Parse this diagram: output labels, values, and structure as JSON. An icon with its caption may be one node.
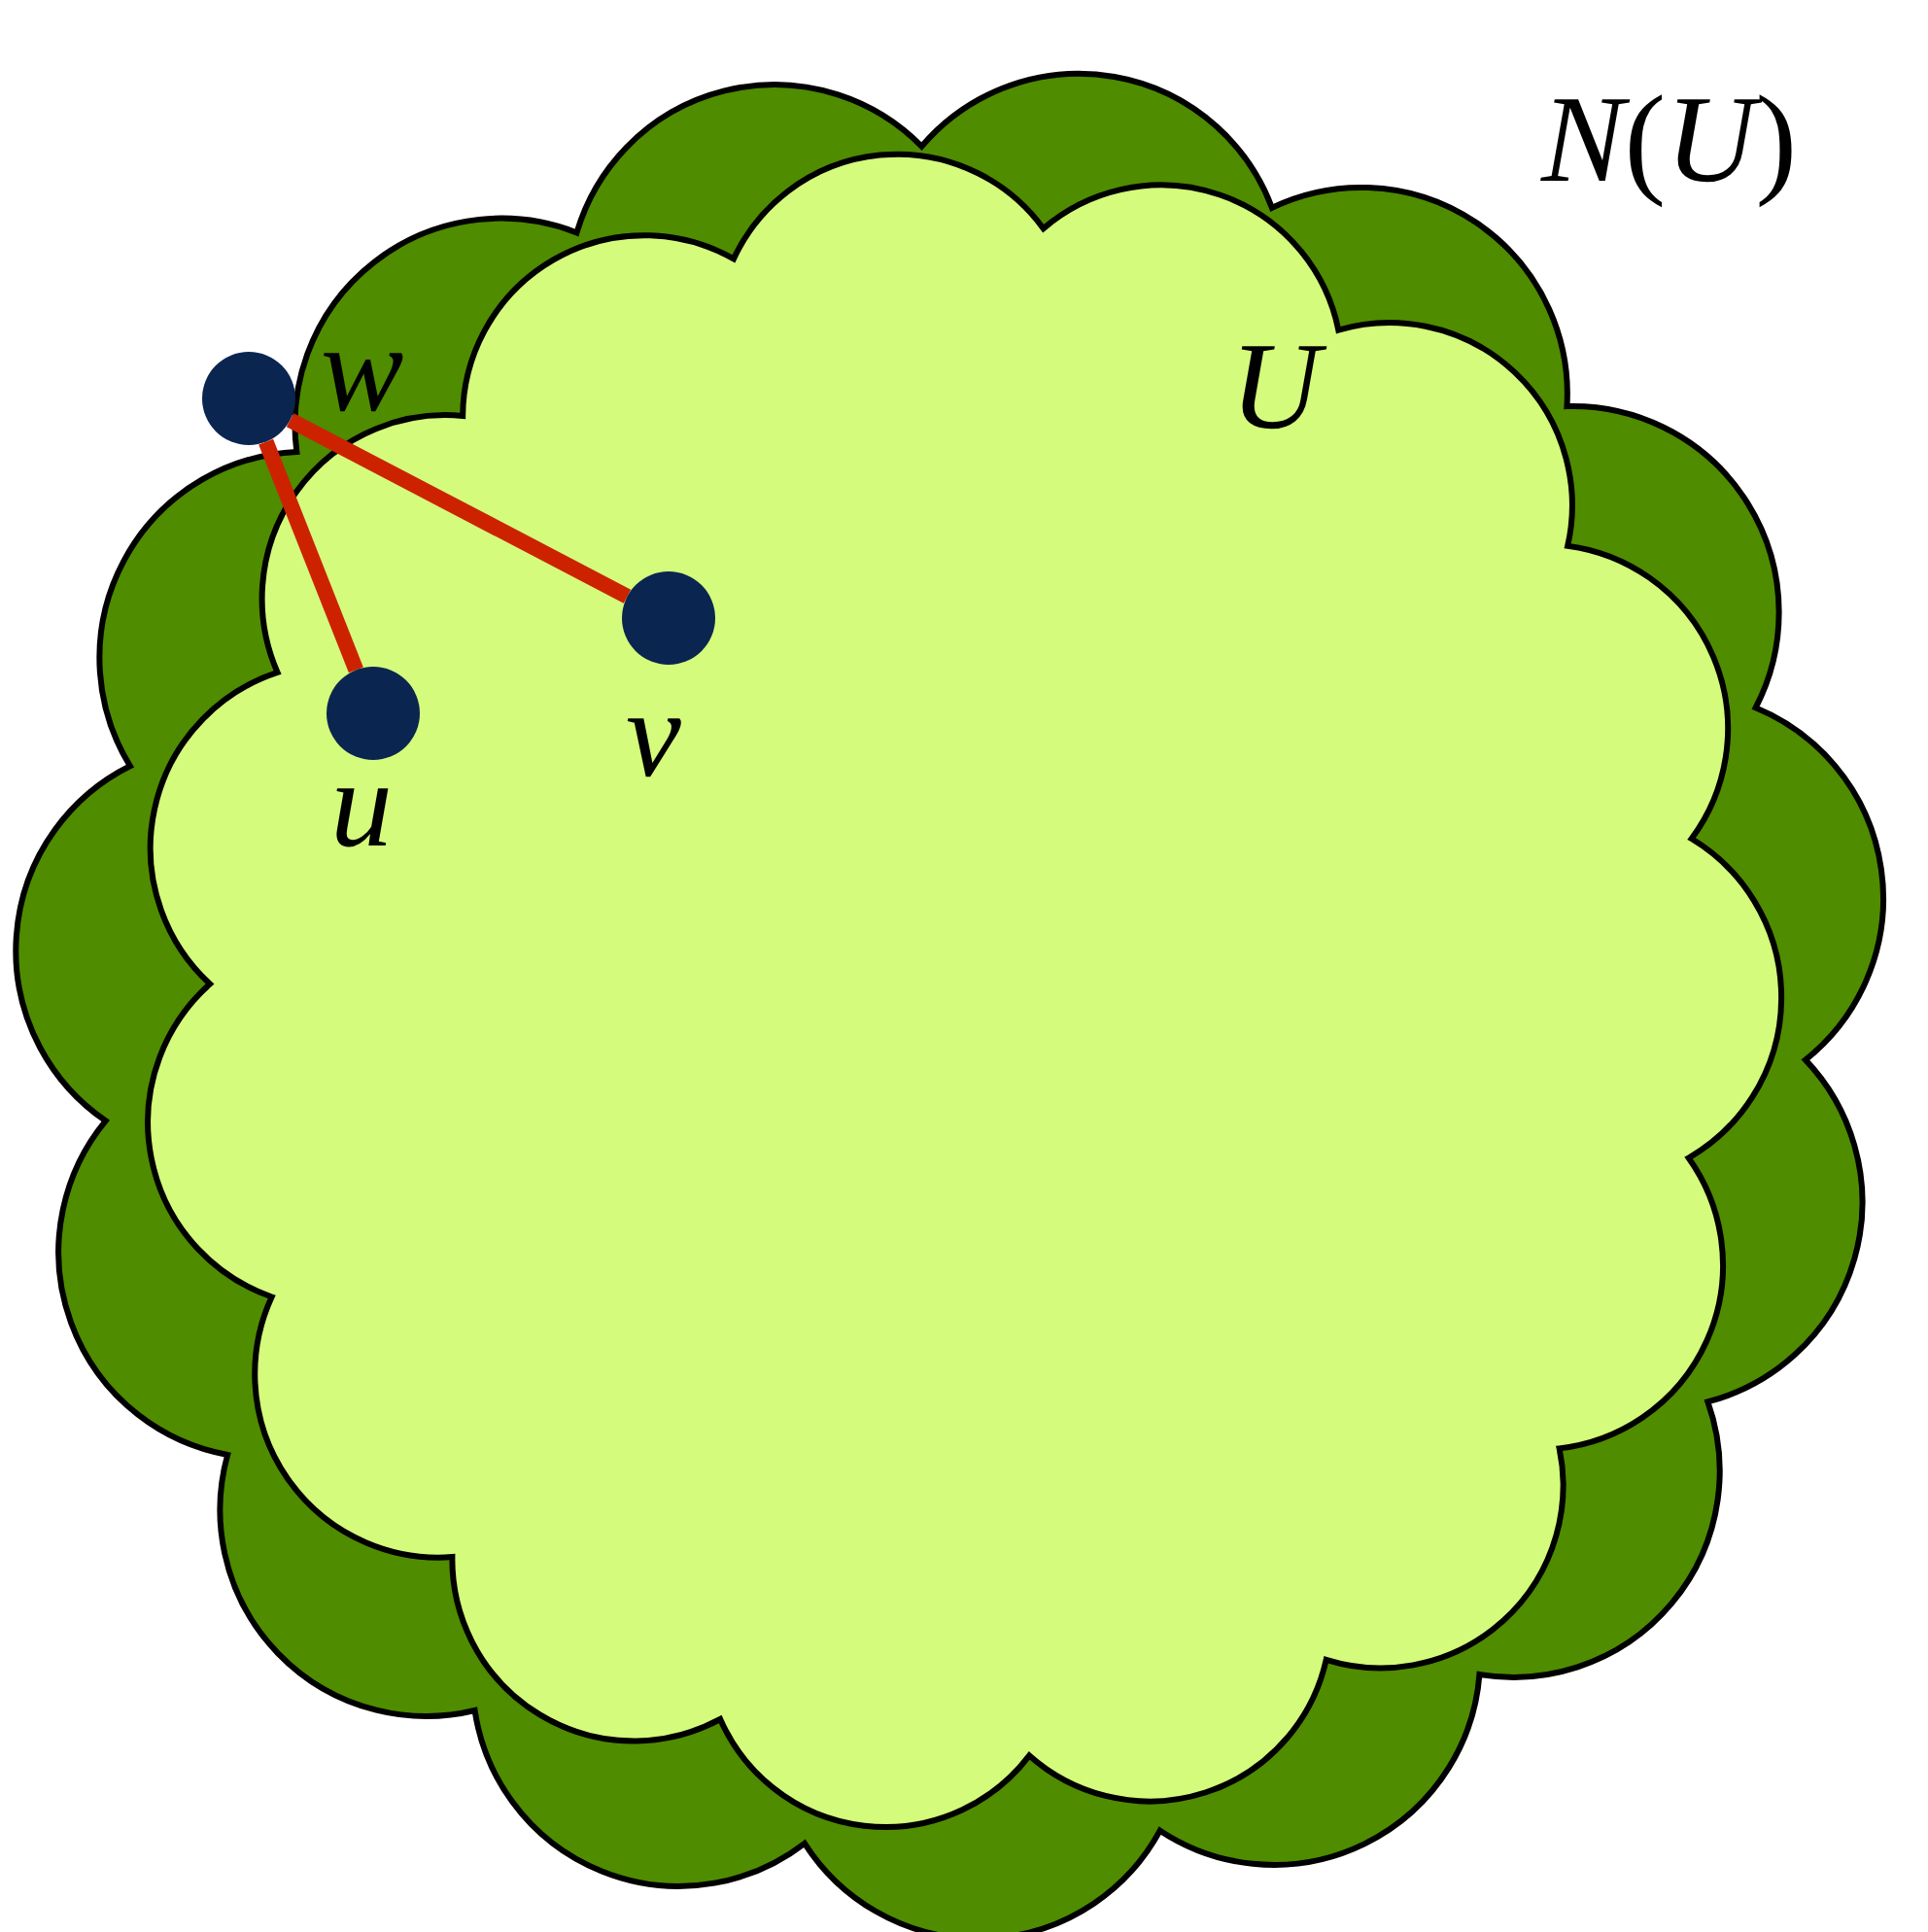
{
  "diagram": {
    "nodes": [
      {
        "text": [
          "*N*(*U*)"
        ]
      },
      {
        "text": [
          "U"
        ],
        "in": 0
      },
      {
        "text": [],
        "shape": "circle",
        "in": 0
      },
      {
        "text": [],
        "shape": "circle",
        "in": 1
      },
      {
        "text": [],
        "shape": "circle",
        "in": 1
      }
    ],
    "edges": [
      {
        "from": 2,
        "to": 4,
        "arrow": "none",
        "color": "#cc2200"
      },
      {
        "from": 2,
        "to": 3,
        "arrow": "none",
        "color": "#cc2200"
      }
    ],
    "labels": [
      "w",
      "u",
      "v"
    ]
  }
}
